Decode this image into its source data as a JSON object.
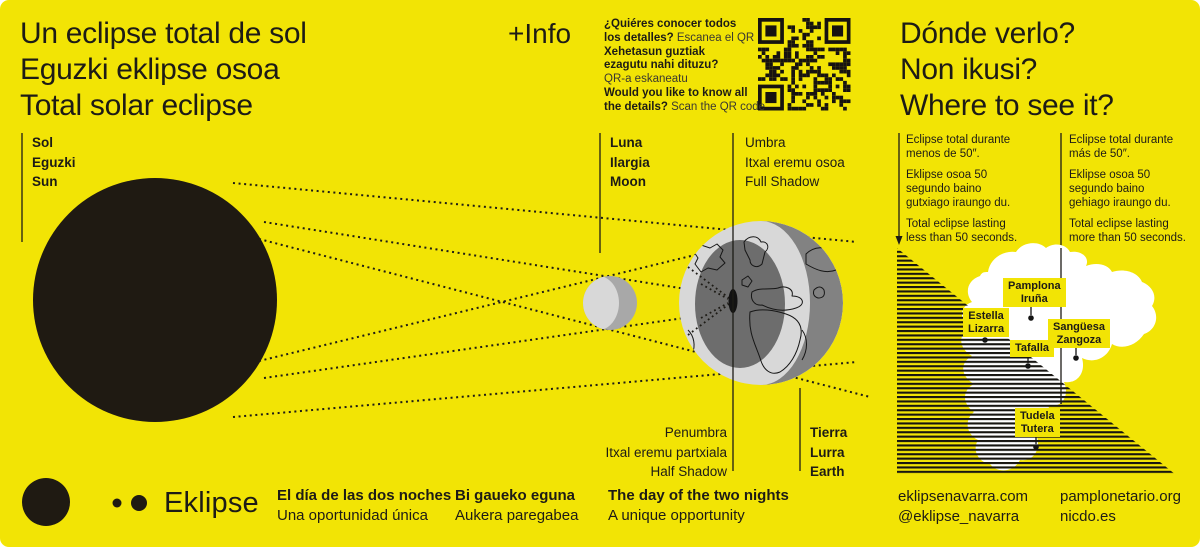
{
  "colors": {
    "background": "#F2E405",
    "ink": "#1D1B16",
    "earth_light": "#D8D8D8",
    "earth_right": "#828282",
    "earth_shadow_oval": "#6D6D6D",
    "moon_light": "#D8D8D8",
    "moon_dark": "#A8A8A8",
    "map_white": "#FFFFFF"
  },
  "header": {
    "title": {
      "lines": [
        "Un eclipse total de sol",
        "Eguzki eklipse osoa",
        "Total solar eclipse"
      ]
    },
    "info_label": "+Info",
    "qr_invite": {
      "lines": [
        {
          "b": "¿Quiéres conocer todos"
        },
        {
          "b": "los detalles?",
          "r": " Escanea el QR"
        },
        {
          "b": "Xehetasun guztiak"
        },
        {
          "b": "ezagutu nahi dituzu?"
        },
        {
          "r": "QR-a eskaneatu"
        },
        {
          "b": "Would you like to know all"
        },
        {
          "b": "the details?",
          "r": " Scan the QR code"
        }
      ]
    },
    "where": {
      "lines": [
        "Dónde verlo?",
        "Non ikusi?",
        "Where to see it?"
      ]
    }
  },
  "diagram": {
    "sun": {
      "lines": [
        "Sol",
        "Eguzki",
        "Sun"
      ]
    },
    "moon": {
      "lines": [
        "Luna",
        "Ilargia",
        "Moon"
      ]
    },
    "umbra": {
      "lines": [
        "Umbra",
        "Itxal eremu osoa",
        "Full Shadow"
      ]
    },
    "penumbra": {
      "lines": [
        "Penumbra",
        "Itxal eremu partxiala",
        "Half Shadow"
      ]
    },
    "earth": {
      "lines": [
        "Tierra",
        "Lurra",
        "Earth"
      ]
    }
  },
  "where_panel": {
    "less": {
      "p1": [
        "Eclipse total durante",
        "menos de 50″."
      ],
      "p2": [
        "Eklipse osoa 50",
        "segundo baino",
        "gutxiago iraungo du."
      ],
      "p3": [
        "Total eclipse lasting",
        "less than 50 seconds."
      ]
    },
    "more": {
      "p1": [
        "Eclipse total durante",
        "más de 50″."
      ],
      "p2": [
        "Eklipse osoa 50",
        "segundo baino",
        "gehiago iraungo du."
      ],
      "p3": [
        "Total eclipse lasting",
        "more than 50 seconds."
      ]
    },
    "cities": [
      {
        "lines": [
          "Pamplona",
          "Iruña"
        ]
      },
      {
        "lines": [
          "Estella",
          "Lizarra"
        ]
      },
      {
        "lines": [
          "Sangüesa",
          "Zangoza"
        ]
      },
      {
        "lines": [
          "Tafalla"
        ]
      },
      {
        "lines": [
          "Tudela",
          "Tutera"
        ]
      }
    ]
  },
  "footer": {
    "logo_text": "Eklipse",
    "taglines": [
      {
        "bold": "El día de las dos noches",
        "regular": "Una oportunidad única"
      },
      {
        "bold": "Bi gaueko eguna",
        "regular": "Aukera paregabea"
      },
      {
        "bold": "The day of the two nights",
        "regular": "A unique opportunity"
      }
    ],
    "links": [
      {
        "line1": "eklipsenavarra.com",
        "line2": "@eklipse_navarra"
      },
      {
        "line1": "pamplonetario.org",
        "line2": "nicdo.es"
      }
    ]
  }
}
